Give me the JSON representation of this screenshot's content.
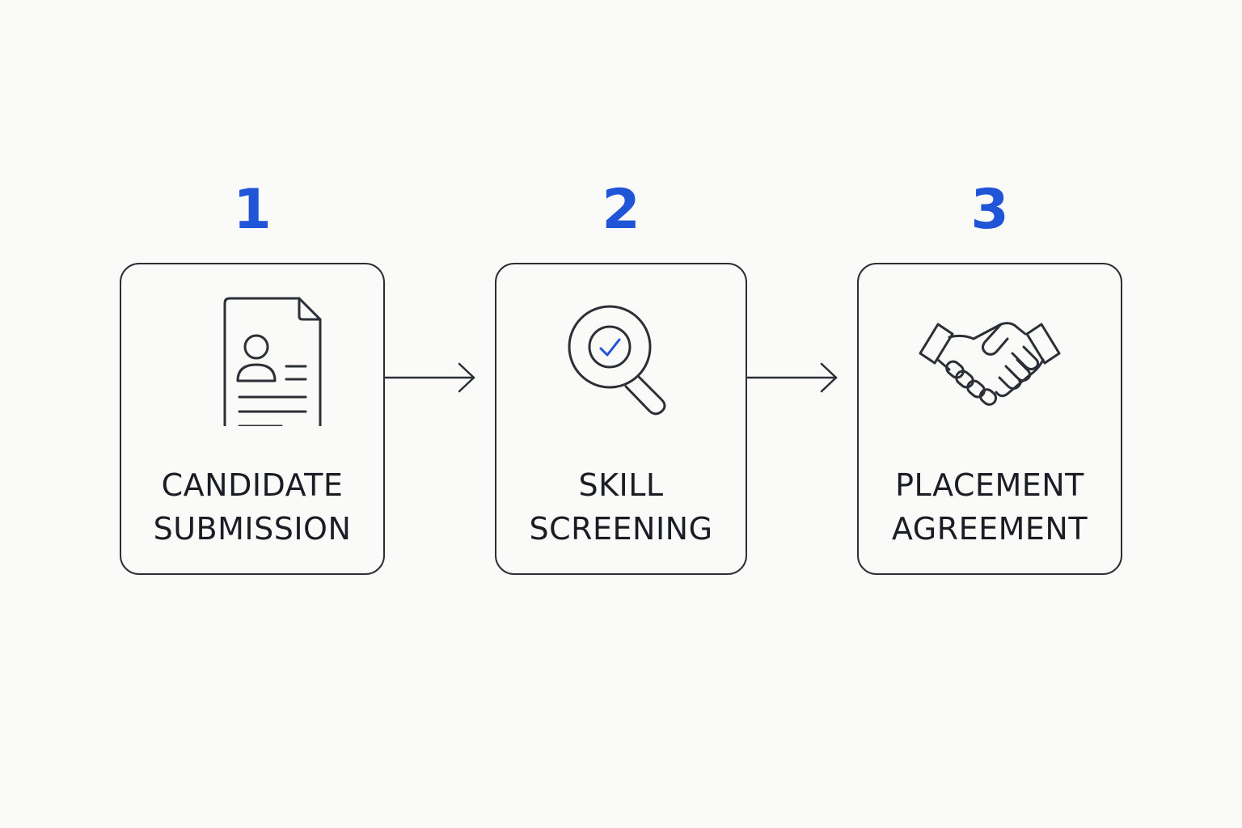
{
  "colors": {
    "accent": "#1f55d6",
    "stroke": "#2b2f36",
    "background": "#fafaf9"
  },
  "steps": [
    {
      "number": "1",
      "label_line1": "CANDIDATE",
      "label_line2": "SUBMISSION",
      "icon": "resume-document-icon"
    },
    {
      "number": "2",
      "label_line1": "SKILL",
      "label_line2": "SCREENING",
      "icon": "magnifier-check-icon"
    },
    {
      "number": "3",
      "label_line1": "PLACEMENT",
      "label_line2": "AGREEMENT",
      "icon": "handshake-icon"
    }
  ],
  "connectors": [
    {
      "from": "1",
      "to": "2",
      "icon": "arrow-right-icon"
    },
    {
      "from": "2",
      "to": "3",
      "icon": "arrow-right-icon"
    }
  ]
}
